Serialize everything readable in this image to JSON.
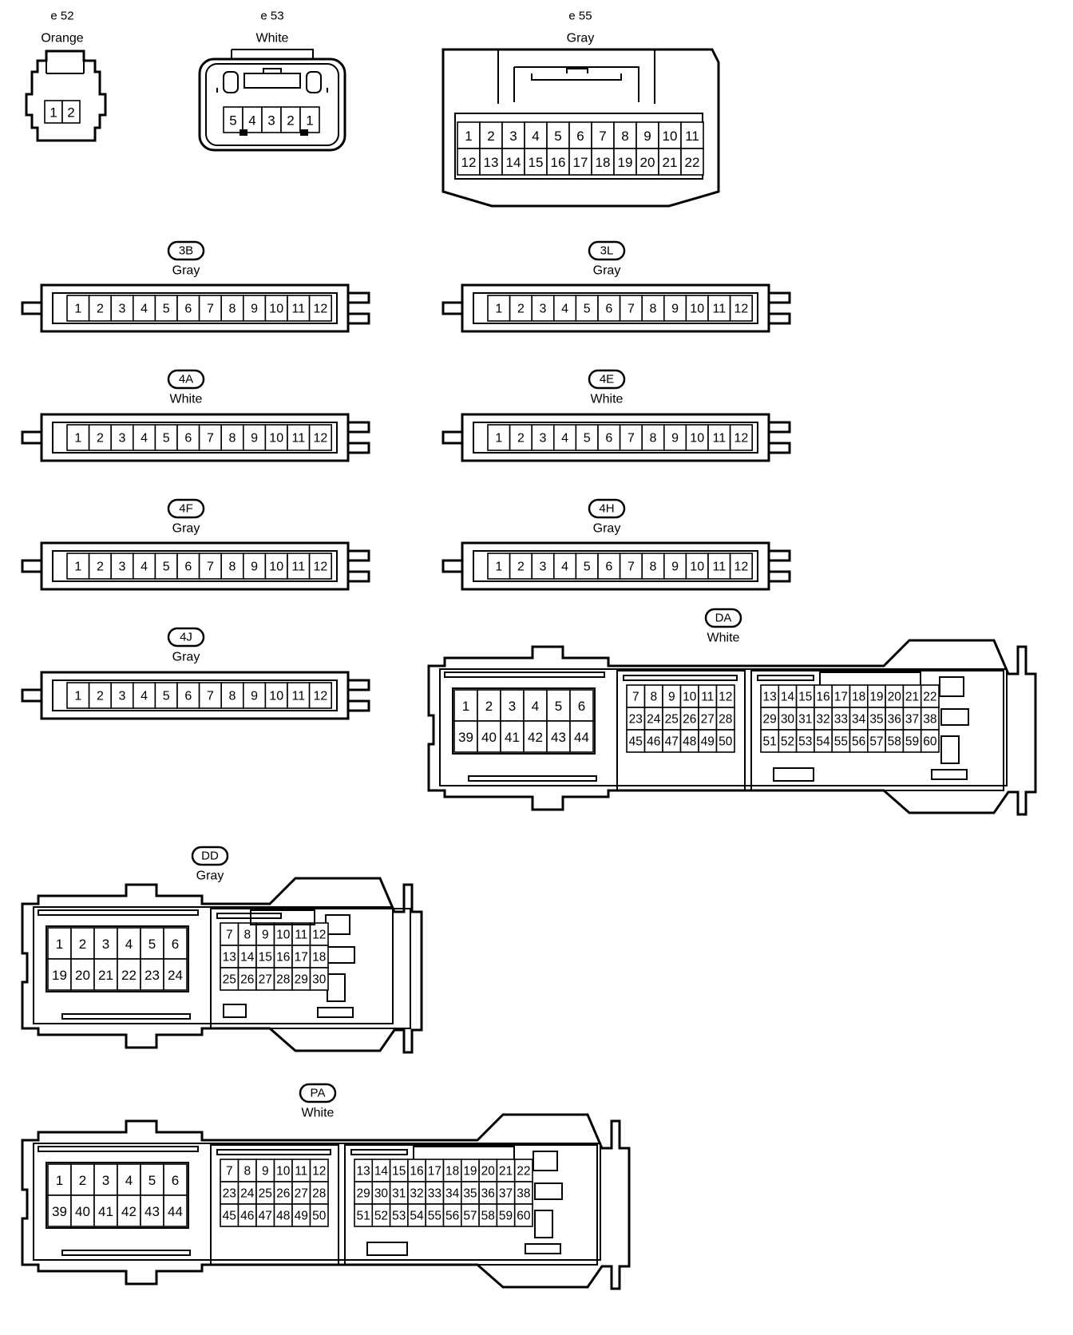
{
  "connectors": [
    {
      "id": "e52",
      "code": "e 52",
      "color": "Orange",
      "badge": false,
      "pins": [
        [
          1,
          2
        ]
      ]
    },
    {
      "id": "e53",
      "code": "e 53",
      "color": "White",
      "badge": false,
      "pins": [
        [
          5,
          4,
          3,
          2,
          1
        ]
      ]
    },
    {
      "id": "e55",
      "code": "e 55",
      "color": "Gray",
      "badge": false,
      "pins": [
        [
          1,
          2,
          3,
          4,
          5,
          6,
          7,
          8,
          9,
          10,
          11
        ],
        [
          12,
          13,
          14,
          15,
          16,
          17,
          18,
          19,
          20,
          21,
          22
        ]
      ]
    },
    {
      "id": "3B",
      "code": "3B",
      "color": "Gray",
      "badge": true,
      "pins": [
        [
          1,
          2,
          3,
          4,
          5,
          6,
          7,
          8,
          9,
          10,
          11,
          12
        ]
      ]
    },
    {
      "id": "3L",
      "code": "3L",
      "color": "Gray",
      "badge": true,
      "pins": [
        [
          1,
          2,
          3,
          4,
          5,
          6,
          7,
          8,
          9,
          10,
          11,
          12
        ]
      ]
    },
    {
      "id": "4A",
      "code": "4A",
      "color": "White",
      "badge": true,
      "pins": [
        [
          1,
          2,
          3,
          4,
          5,
          6,
          7,
          8,
          9,
          10,
          11,
          12
        ]
      ]
    },
    {
      "id": "4E",
      "code": "4E",
      "color": "White",
      "badge": true,
      "pins": [
        [
          1,
          2,
          3,
          4,
          5,
          6,
          7,
          8,
          9,
          10,
          11,
          12
        ]
      ]
    },
    {
      "id": "4F",
      "code": "4F",
      "color": "Gray",
      "badge": true,
      "pins": [
        [
          1,
          2,
          3,
          4,
          5,
          6,
          7,
          8,
          9,
          10,
          11,
          12
        ]
      ]
    },
    {
      "id": "4H",
      "code": "4H",
      "color": "Gray",
      "badge": true,
      "pins": [
        [
          1,
          2,
          3,
          4,
          5,
          6,
          7,
          8,
          9,
          10,
          11,
          12
        ]
      ]
    },
    {
      "id": "4J",
      "code": "4J",
      "color": "Gray",
      "badge": true,
      "pins": [
        [
          1,
          2,
          3,
          4,
          5,
          6,
          7,
          8,
          9,
          10,
          11,
          12
        ]
      ]
    },
    {
      "id": "DA",
      "code": "DA",
      "color": "White",
      "badge": true,
      "blocks": [
        [
          [
            1,
            2,
            3,
            4,
            5,
            6
          ],
          [
            39,
            40,
            41,
            42,
            43,
            44
          ]
        ],
        [
          [
            7,
            8,
            9,
            10,
            11,
            12
          ],
          [
            23,
            24,
            25,
            26,
            27,
            28
          ],
          [
            45,
            46,
            47,
            48,
            49,
            50
          ]
        ],
        [
          [
            13,
            14,
            15,
            16,
            17,
            18,
            19,
            20,
            21,
            22
          ],
          [
            29,
            30,
            31,
            32,
            33,
            34,
            35,
            36,
            37,
            38
          ],
          [
            51,
            52,
            53,
            54,
            55,
            56,
            57,
            58,
            59,
            60
          ]
        ]
      ]
    },
    {
      "id": "DD",
      "code": "DD",
      "color": "Gray",
      "badge": true,
      "blocks": [
        [
          [
            1,
            2,
            3,
            4,
            5,
            6
          ],
          [
            19,
            20,
            21,
            22,
            23,
            24
          ]
        ],
        [
          [
            7,
            8,
            9,
            10,
            11,
            12
          ],
          [
            13,
            14,
            15,
            16,
            17,
            18
          ],
          [
            25,
            26,
            27,
            28,
            29,
            30
          ]
        ]
      ]
    },
    {
      "id": "PA",
      "code": "PA",
      "color": "White",
      "badge": true,
      "blocks": [
        [
          [
            1,
            2,
            3,
            4,
            5,
            6
          ],
          [
            39,
            40,
            41,
            42,
            43,
            44
          ]
        ],
        [
          [
            7,
            8,
            9,
            10,
            11,
            12
          ],
          [
            23,
            24,
            25,
            26,
            27,
            28
          ],
          [
            45,
            46,
            47,
            48,
            49,
            50
          ]
        ],
        [
          [
            13,
            14,
            15,
            16,
            17,
            18,
            19,
            20,
            21,
            22
          ],
          [
            29,
            30,
            31,
            32,
            33,
            34,
            35,
            36,
            37,
            38
          ],
          [
            51,
            52,
            53,
            54,
            55,
            56,
            57,
            58,
            59,
            60
          ]
        ]
      ]
    }
  ]
}
